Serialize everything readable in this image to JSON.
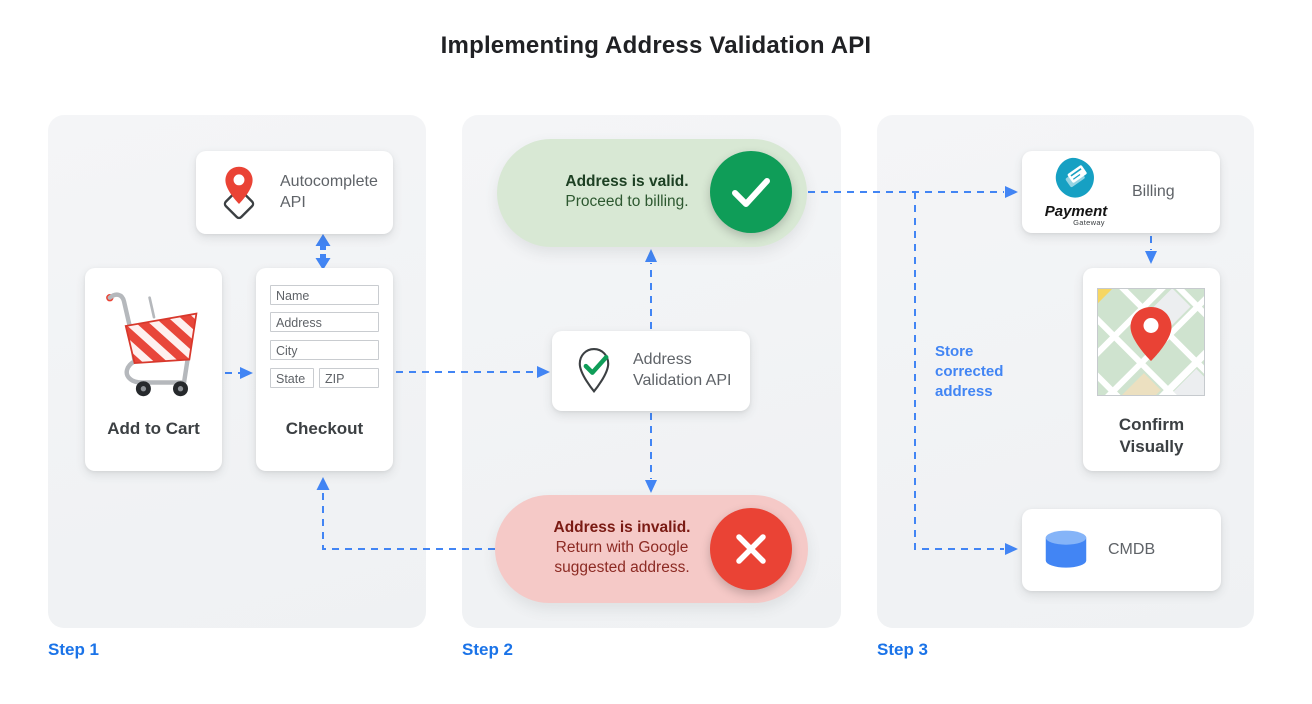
{
  "title": "Implementing Address Validation API",
  "step1": {
    "label": "Step 1",
    "autocomplete_label": "Autocomplete API",
    "add_to_cart_label": "Add to Cart",
    "checkout_label": "Checkout",
    "fields": {
      "name": "Name",
      "address": "Address",
      "city": "City",
      "state": "State",
      "zip": "ZIP"
    }
  },
  "step2": {
    "label": "Step 2",
    "valid_bold": "Address is valid.",
    "valid_text": "Proceed to billing.",
    "api_label": "Address Validation API",
    "invalid_bold": "Address is invalid.",
    "invalid_line1": "Return with Google",
    "invalid_line2": "suggested address."
  },
  "step3": {
    "label": "Step 3",
    "billing_label": "Billing",
    "payment_logo_title": "Payment",
    "payment_logo_subtitle": "Gateway",
    "confirm_label": "Confirm Visually",
    "cmdb_label": "CMDB",
    "store_note": "Store corrected address"
  },
  "icons": {
    "autocomplete": "map-pin-diamond-icon",
    "add_to_cart": "shopping-cart-icon",
    "validation_api": "pin-check-icon",
    "valid": "check-circle-icon",
    "invalid": "x-circle-icon",
    "billing": "payment-gateway-icon",
    "confirm": "map-thumbnail",
    "cmdb": "database-cylinder-icon"
  },
  "colors": {
    "arrow_blue": "#4285f4",
    "step_blue": "#1a73e8",
    "green": "#0f9d58",
    "green_pill_bg": "#d8e8d4",
    "green_text": "#1d4023",
    "red": "#ea4335",
    "red_pill_bg": "#f5c9c7",
    "red_text": "#7a1a13",
    "panel_bg": "#f1f3f4",
    "gray_text": "#5f6368",
    "dark_text": "#3c4043",
    "teal": "#16a0c3"
  }
}
